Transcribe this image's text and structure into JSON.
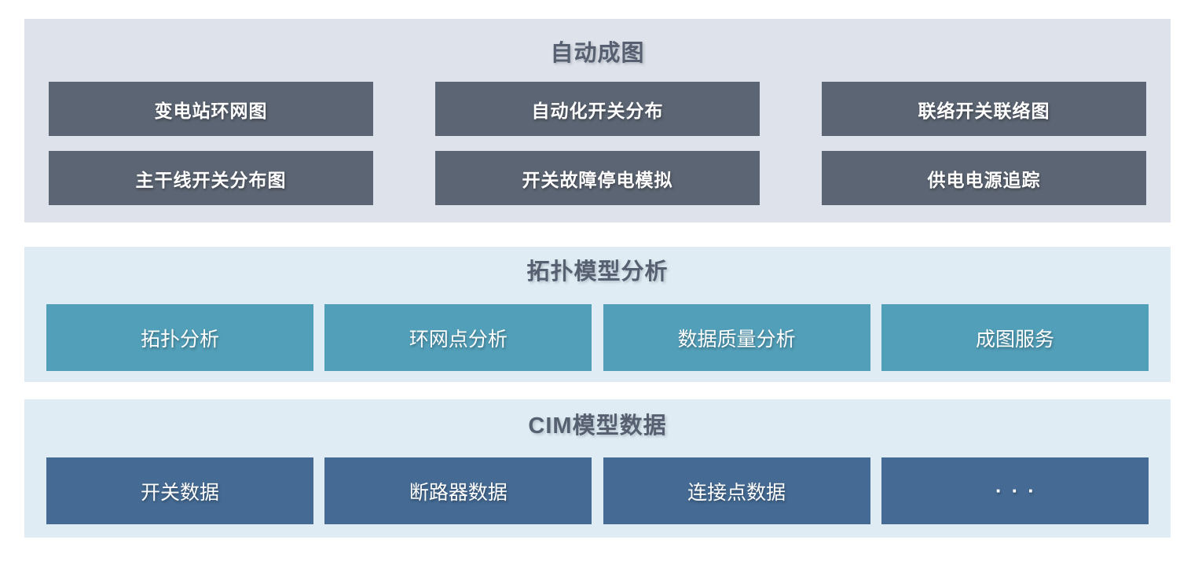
{
  "colors": {
    "page_background": "#ffffff",
    "top_layer_background": "#dee2ea",
    "top_box_background": "#5c6573",
    "blue_layer_background": "#dfecf3",
    "teal_box_background": "#529fb9",
    "steel_box_background": "#456b94",
    "title_text": "#566070",
    "box_text": "#ffffff"
  },
  "sections": [
    {
      "title": "自动成图",
      "items": [
        "变电站环网图",
        "自动化开关分布",
        "联络开关联络图",
        "主干线开关分布图",
        "开关故障停电模拟",
        "供电电源追踪"
      ]
    },
    {
      "title": "拓扑模型分析",
      "items": [
        "拓扑分析",
        "环网点分析",
        "数据质量分析",
        "成图服务"
      ]
    },
    {
      "title": "CIM模型数据",
      "items": [
        "开关数据",
        "断路器数据",
        "连接点数据",
        "···"
      ]
    }
  ]
}
